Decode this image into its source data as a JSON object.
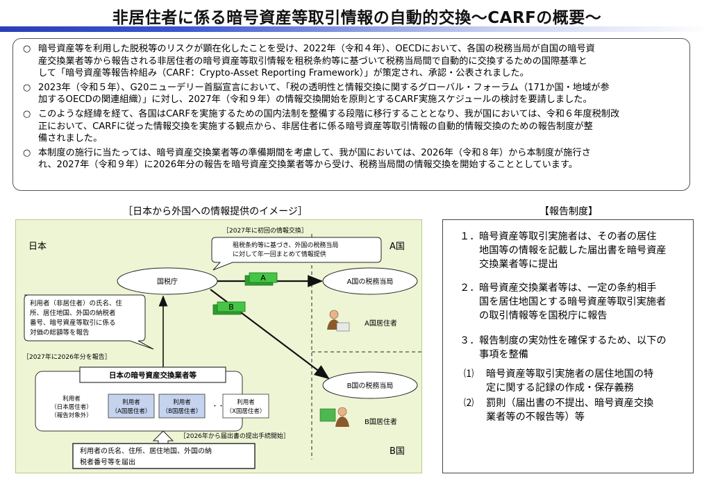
{
  "header": {
    "title": "非居住者に係る暗号資産等取引情報の自動的交換～CARFの概要～"
  },
  "summary": {
    "bullet": "○",
    "paragraphs": [
      [
        "暗号資産等を利用した脱税等のリスクが顕在化したことを受け、2022年（令和４年）、OECDにおいて、各国の税務当局が自国の暗号資",
        "産交換業者等から報告される非居住者の暗号資産等取引情報を租税条約等に基づいて税務当局間で自動的に交換するための国際基準と",
        "して「暗号資産等報告枠組み（CARF：Crypto-Asset Reporting Framework）」が策定され、承認・公表されました。"
      ],
      [
        "2023年（令和５年）、G20ニューデリー首脳宣言において、「税の透明性と情報交換に関するグローバル・フォーラム（171か国・地域が参",
        "加するOECDの関連組織）」に対し、2027年（令和９年）の情報交換開始を原則とするCARF実施スケジュールの検討を要請しました。"
      ],
      [
        "このような経緯を経て、各国はCARFを実施するための国内法制を整備する段階に移行することとなり、我が国においては、令和６年度税制改",
        "正において、CARFに従った情報交換を実施する観点から、非居住者に係る暗号資産等取引情報の自動的情報交換のための報告制度が整",
        "備されました。"
      ],
      [
        "本制度の施行に当たっては、暗号資産交換業者等の準備期間を考慮して、我が国においては、2026年（令和８年）から本制度が施行さ",
        "れ、2027年（令和９年）に2026年分の報告を暗号資産交換業者等から受け、税務当局間の情報交換を開始することとしています。"
      ]
    ]
  },
  "diagram": {
    "caption": "［日本から外国への情報提供のイメージ］",
    "first_exchange": "［2027年に初回の情報交換］",
    "japan_label": "日本",
    "country_a_label": "A国",
    "country_b_label": "B国",
    "callout_treaty": [
      "租税条約等に基づき、外国の税務当局",
      "に対して年一回まとめて情報提供"
    ],
    "nta": "国税庁",
    "tax_a": "A国の税務当局",
    "tax_b": "B国の税務当局",
    "resident_a": "A国居住者",
    "resident_b": "B国居住者",
    "envelope_a": "A",
    "envelope_b": "B",
    "callout_users": [
      "利用者（非居住者）の氏名、住",
      "所、居住地国、外国の納税者",
      "番号、暗号資産等取引に係る",
      "対価の総額等を報告"
    ],
    "report_2026": "［2027年に2026年分を報告］",
    "exchanger": "日本の暗号資産交換業者等",
    "user_jp": [
      "利用者",
      "（日本居住者）",
      "（報告対象外）"
    ],
    "user_a": [
      "利用者",
      "（A国居住者）"
    ],
    "user_b": [
      "利用者",
      "（B国居住者）"
    ],
    "user_x": [
      "利用者",
      "（X国居住者）"
    ],
    "dots": "・・・",
    "filing_start": "［2026年から届出書の提出手続開始］",
    "filing_box": [
      "利用者の氏名、住所、居住地国、外国の納",
      "税者番号等を届出"
    ]
  },
  "report": {
    "caption": "【報告制度】",
    "items": [
      {
        "num": "１．",
        "lines": [
          "暗号資産等取引実施者は、その者の居住",
          "地国等の情報を記載した届出書を暗号資産",
          "交換業者等に提出"
        ]
      },
      {
        "num": "２．",
        "lines": [
          "暗号資産交換業者等は、一定の条約相手",
          "国を居住地国とする暗号資産等取引実施者",
          "の取引情報等を国税庁に報告"
        ]
      },
      {
        "num": "３．",
        "lines": [
          "報告制度の実効性を確保するため、以下の",
          "事項を整備"
        ]
      }
    ],
    "subitems": [
      {
        "num": "⑴",
        "lines": [
          "暗号資産等取引実施者の居住地国の特",
          "定に関する記録の作成・保存義務"
        ]
      },
      {
        "num": "⑵",
        "lines": [
          "罰則（届出書の不提出、暗号資産交換",
          "業者等の不報告等）等"
        ]
      }
    ]
  },
  "colors": {
    "title_bar": "#2b3fb5",
    "diagram_bg": "#eef5d5",
    "user_box": "#c5d3ee",
    "envelope": "#35b535"
  }
}
